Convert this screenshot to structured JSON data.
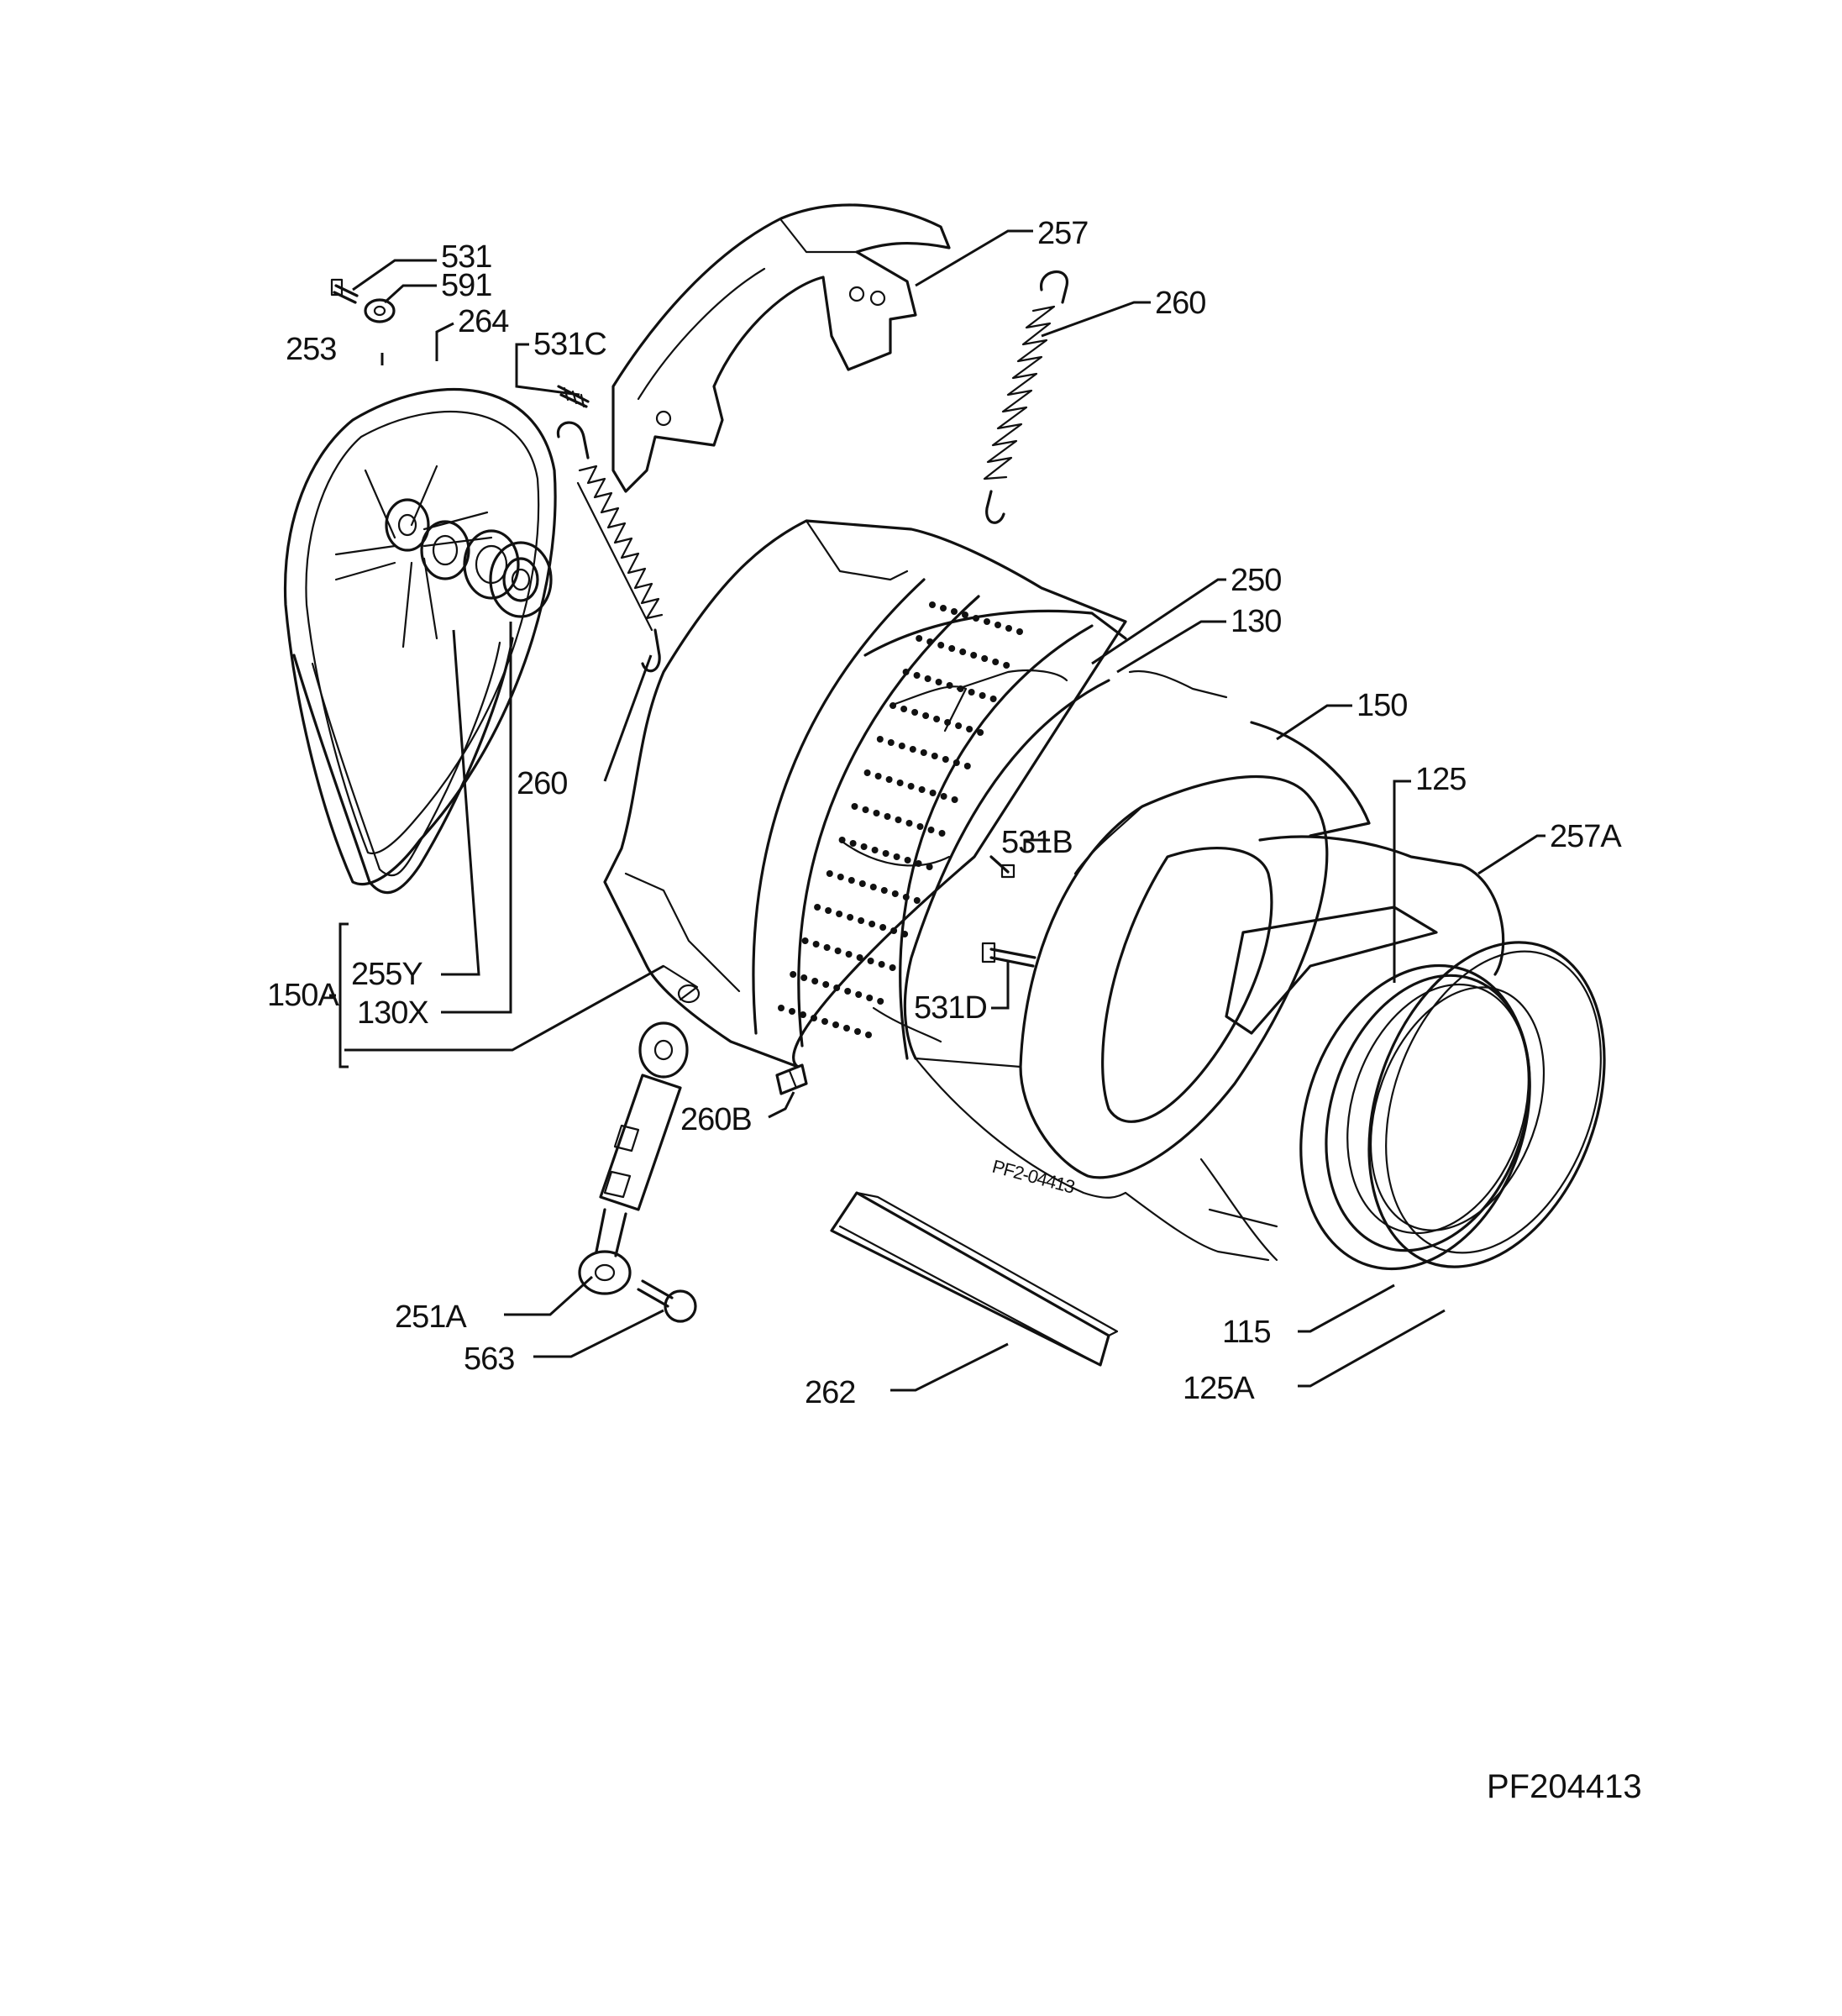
{
  "diagram": {
    "reference_code": "PF204413",
    "stamp_text": "PF2-04413",
    "labels": {
      "l531": "531",
      "l591": "591",
      "l264": "264",
      "l253": "253",
      "l531c": "531C",
      "l257": "257",
      "l260_top": "260",
      "l250": "250",
      "l130": "130",
      "l150": "150",
      "l125": "125",
      "l257a": "257A",
      "l260_left": "260",
      "l531b": "531B",
      "l531d": "531D",
      "l150a": "150A",
      "l255y": "255Y",
      "l130x": "130X",
      "l260b": "260B",
      "l251a": "251A",
      "l563": "563",
      "l262": "262",
      "l115": "115",
      "l125a": "125A"
    }
  }
}
